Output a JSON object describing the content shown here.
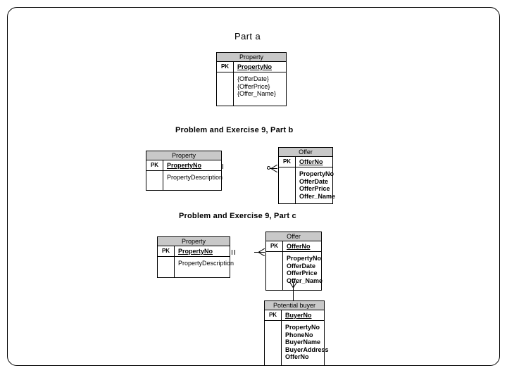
{
  "slide": {
    "sections": [
      {
        "id": "part-a",
        "title": "Part a",
        "entities": [
          {
            "name": "Property",
            "pk_label": "PK",
            "pk_value": "PropertyNo",
            "attributes": [
              {
                "text": "{OfferDate}",
                "bold": false
              },
              {
                "text": "{OfferPrice}",
                "bold": false
              },
              {
                "text": "{Offer_Name}",
                "bold": false
              }
            ]
          }
        ]
      },
      {
        "id": "part-b",
        "title": "Problem and Exercise 9, Part b",
        "entities": [
          {
            "name": "Property",
            "pk_label": "PK",
            "pk_value": "PropertyNo",
            "attributes": [
              {
                "text": "PropertyDescription",
                "bold": false
              }
            ]
          },
          {
            "name": "Offer",
            "pk_label": "PK",
            "pk_value": "OfferNo",
            "attributes": [
              {
                "text": "PropertyNo",
                "bold": true
              },
              {
                "text": "OfferDate",
                "bold": true
              },
              {
                "text": "OfferPrice",
                "bold": true
              },
              {
                "text": "Offer_Name",
                "bold": true
              }
            ]
          }
        ]
      },
      {
        "id": "part-c",
        "title": "Problem and Exercise 9, Part c",
        "entities": [
          {
            "name": "Property",
            "pk_label": "PK",
            "pk_value": "PropertyNo",
            "attributes": [
              {
                "text": "PropertyDescription",
                "bold": false
              }
            ]
          },
          {
            "name": "Offer",
            "pk_label": "PK",
            "pk_value": "OfferNo",
            "attributes": [
              {
                "text": "PropertyNo",
                "bold": true
              },
              {
                "text": "OfferDate",
                "bold": true
              },
              {
                "text": "OfferPrice",
                "bold": true
              },
              {
                "text": "Offer_Name",
                "bold": true
              }
            ]
          },
          {
            "name": "Potential buyer",
            "pk_label": "PK",
            "pk_value": "BuyerNo",
            "attributes": [
              {
                "text": "PropertyNo",
                "bold": true
              },
              {
                "text": "PhoneNo",
                "bold": true
              },
              {
                "text": "BuyerName",
                "bold": true
              },
              {
                "text": "BuyerAddress",
                "bold": true
              },
              {
                "text": "OfferNo",
                "bold": true
              }
            ]
          }
        ]
      }
    ],
    "colors": {
      "entity_header_fill": "#c8c8c8",
      "line": "#000000",
      "background": "#ffffff"
    }
  }
}
